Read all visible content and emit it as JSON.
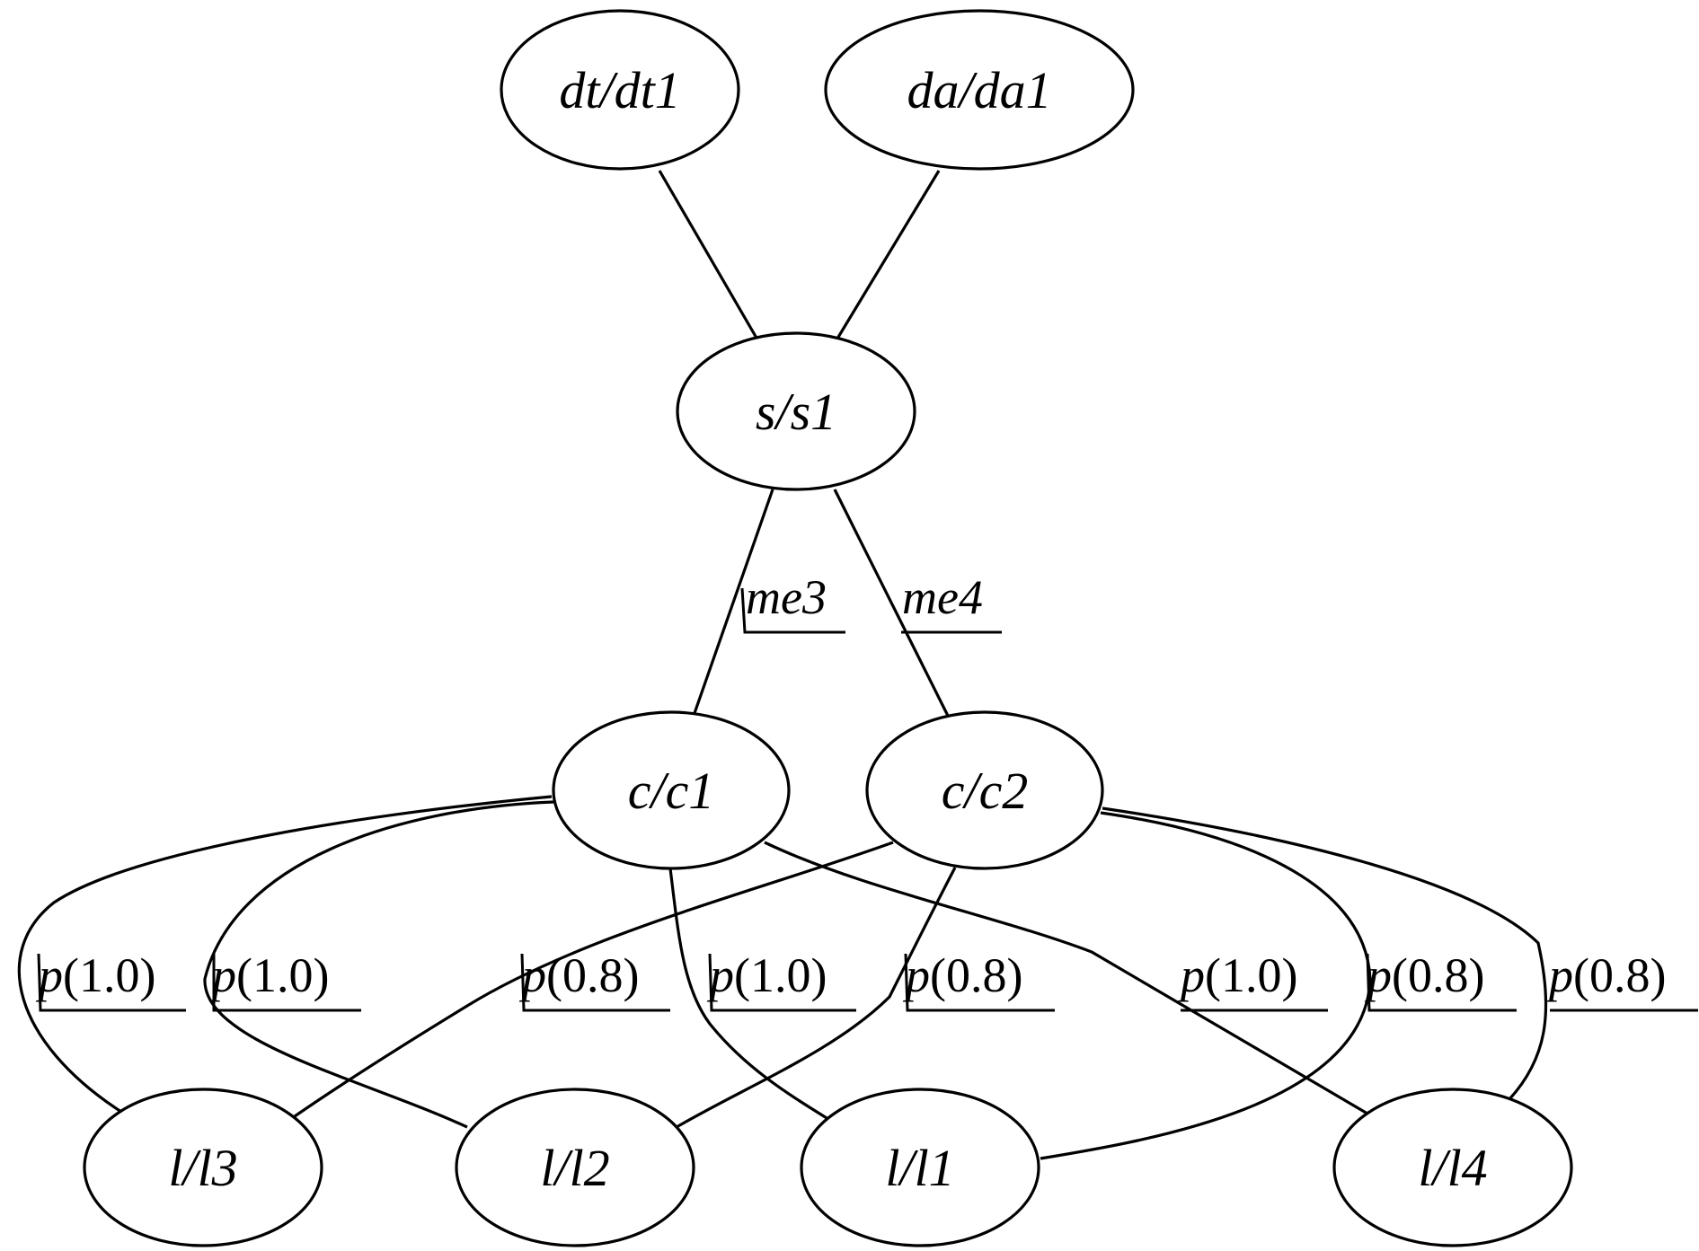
{
  "nodes": {
    "dt1": {
      "type": "dt",
      "name": "dt1"
    },
    "da1": {
      "type": "da",
      "name": "da1"
    },
    "s1": {
      "type": "s",
      "name": "s1"
    },
    "c1": {
      "type": "c",
      "name": "c1"
    },
    "c2": {
      "type": "c",
      "name": "c2"
    },
    "l1": {
      "type": "l",
      "name": "l1"
    },
    "l2": {
      "type": "l",
      "name": "l2"
    },
    "l3": {
      "type": "l",
      "name": "l3"
    },
    "l4": {
      "type": "l",
      "name": "l4"
    }
  },
  "edges": [
    {
      "id": "s1-dt1",
      "from": "s1",
      "to": "dt1",
      "label": ""
    },
    {
      "id": "s1-da1",
      "from": "s1",
      "to": "da1",
      "label": ""
    },
    {
      "id": "s1-c1",
      "from": "s1",
      "to": "c1",
      "label": "me3"
    },
    {
      "id": "s1-c2",
      "from": "s1",
      "to": "c2",
      "label": "me4"
    },
    {
      "id": "c1-l3",
      "from": "c1",
      "to": "l3",
      "pred": "p",
      "weight": "1.0"
    },
    {
      "id": "c1-l2",
      "from": "c1",
      "to": "l2",
      "pred": "p",
      "weight": "1.0"
    },
    {
      "id": "c2-l3",
      "from": "c2",
      "to": "l3",
      "pred": "p",
      "weight": "0.8"
    },
    {
      "id": "c1-l1",
      "from": "c1",
      "to": "l1",
      "pred": "p",
      "weight": "1.0"
    },
    {
      "id": "c2-l2",
      "from": "c2",
      "to": "l2",
      "pred": "p",
      "weight": "0.8"
    },
    {
      "id": "c1-l4",
      "from": "c1",
      "to": "l4",
      "pred": "p",
      "weight": "1.0"
    },
    {
      "id": "c2-l1",
      "from": "c2",
      "to": "l1",
      "pred": "p",
      "weight": "0.8"
    },
    {
      "id": "c2-l4",
      "from": "c2",
      "to": "l4",
      "pred": "p",
      "weight": "0.8"
    }
  ]
}
